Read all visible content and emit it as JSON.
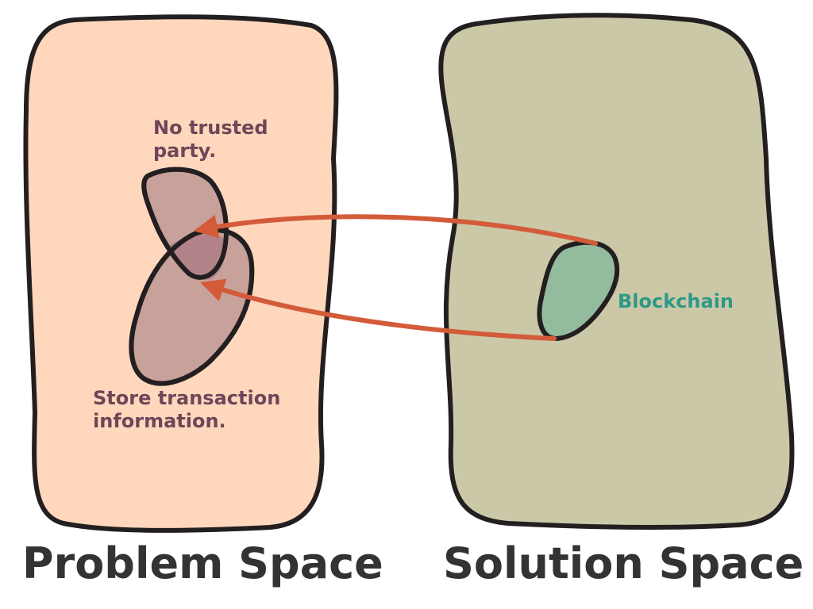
{
  "colors": {
    "outline": "#231f20",
    "problem_fill": "#ffd7bc",
    "solution_fill": "#cbc8a8",
    "need_fill": "#c8a19a",
    "overlap_fill": "#b28388",
    "need_text": "#6e4659",
    "blockchain_fill": "#93bc9e",
    "blockchain_text": "#2e9987",
    "arrow": "#d35b3a",
    "caption_text": "#333333"
  },
  "problem_space": {
    "title": "Problem Space",
    "needs": [
      {
        "label_line1": "No trusted",
        "label_line2": "party."
      },
      {
        "label_line1": "Store transaction",
        "label_line2": "information."
      }
    ]
  },
  "solution_space": {
    "title": "Solution Space",
    "solution": {
      "label": "Blockchain"
    }
  }
}
